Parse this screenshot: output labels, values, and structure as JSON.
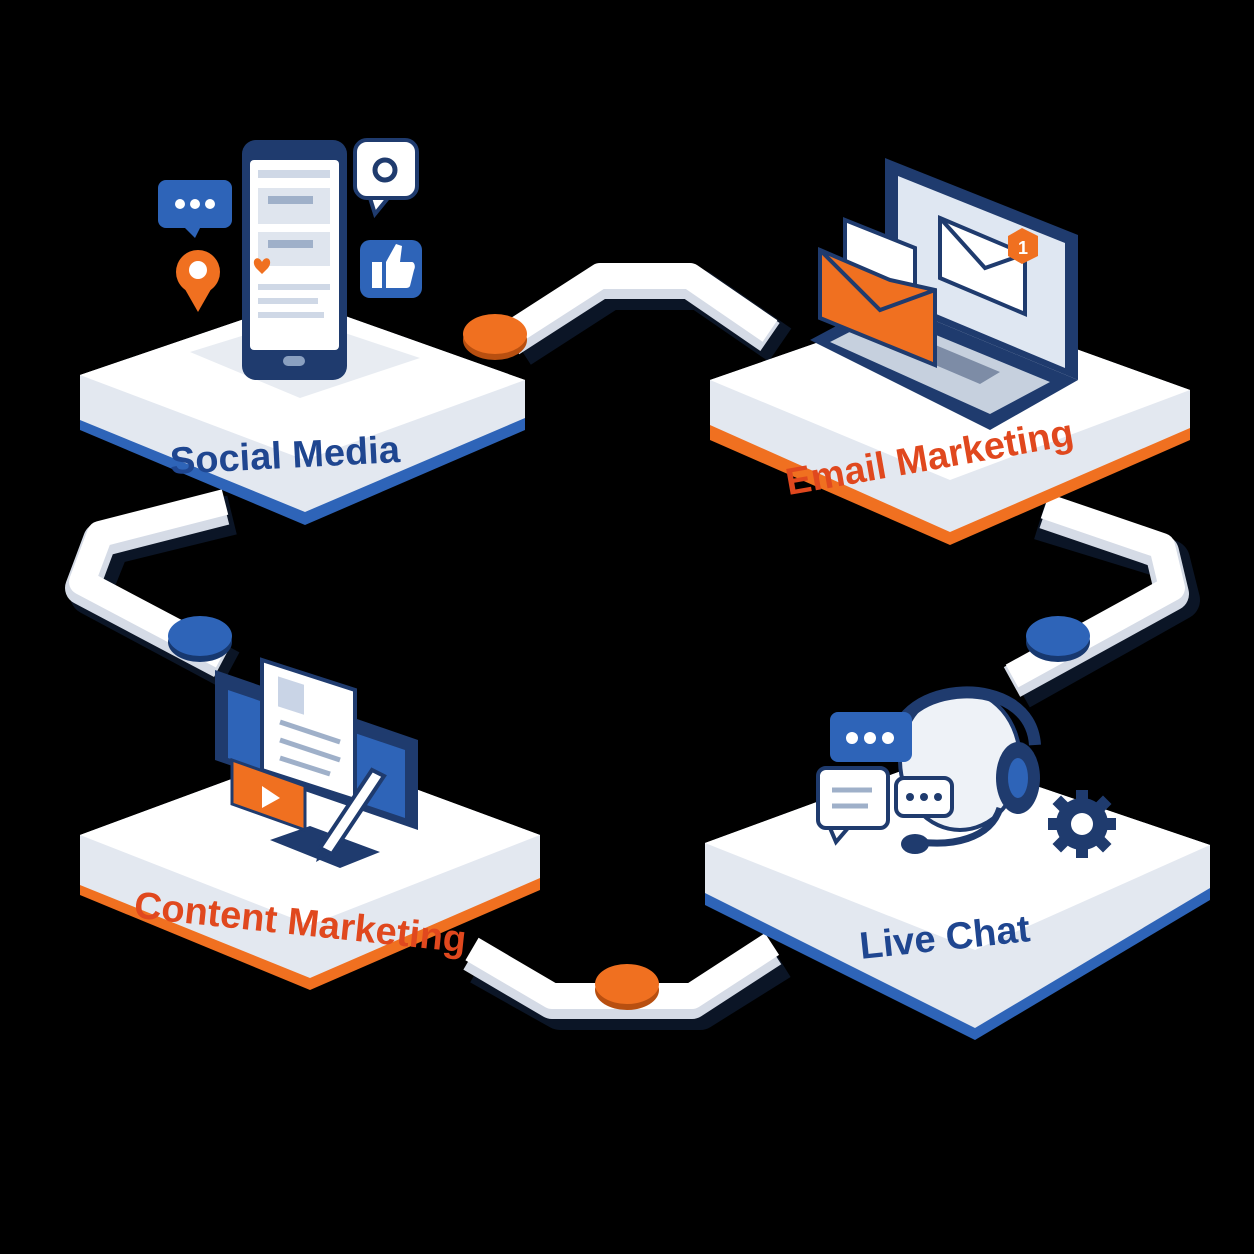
{
  "nodes": {
    "social_media": {
      "label": "Social Media",
      "label_color": "#1f4690",
      "accent": "#2e64b8"
    },
    "email_marketing": {
      "label": "Email Marketing",
      "label_color": "#e0481e",
      "accent": "#f07020"
    },
    "content_marketing": {
      "label": "Content Marketing",
      "label_color": "#e0481e",
      "accent": "#f07020"
    },
    "live_chat": {
      "label": "Live Chat",
      "label_color": "#1f4690",
      "accent": "#2e64b8"
    }
  },
  "icons": {
    "social_media": [
      "smartphone-icon",
      "chat-bubble-icon",
      "like-thumbs-up-icon",
      "location-pin-icon",
      "heart-icon"
    ],
    "email_marketing": [
      "laptop-icon",
      "envelope-icon",
      "notification-badge-icon"
    ],
    "content_marketing": [
      "monitor-icon",
      "document-icon",
      "pen-icon",
      "video-play-icon"
    ],
    "live_chat": [
      "headset-icon",
      "chat-bubble-icon",
      "gear-icon"
    ]
  },
  "badge": {
    "count": "1"
  },
  "connector_dots": {
    "top": "#f07020",
    "left": "#2e64b8",
    "right": "#2e64b8",
    "bottom": "#f07020"
  },
  "colors": {
    "navy": "#1f3b6e",
    "blue": "#2e64b8",
    "orange": "#f07020",
    "platform_top": "#ffffff",
    "platform_side": "#e3e8f0"
  }
}
